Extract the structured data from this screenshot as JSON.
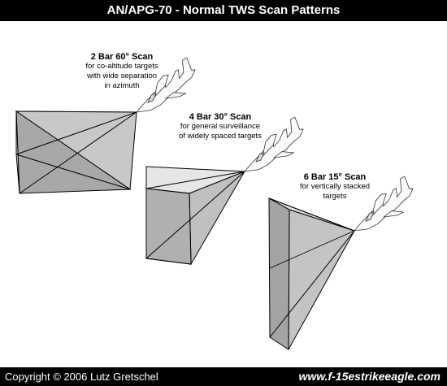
{
  "title": "AN/APG-70 - Normal TWS Scan Patterns",
  "scans": [
    {
      "title": "2 Bar 60° Scan",
      "description": "for co-altitude targets\nwith wide separation\nin azimuth"
    },
    {
      "title": "4 Bar 30° Scan",
      "description": "for general surveillance\nof widely spaced targets"
    },
    {
      "title": "6 Bar 15° Scan",
      "description": "for vertically stacked\ntargets"
    }
  ],
  "footer": {
    "copyright": "Copyright © 2006 Lutz Gretschel",
    "website": "www.f-15estrikeeagle.com"
  }
}
